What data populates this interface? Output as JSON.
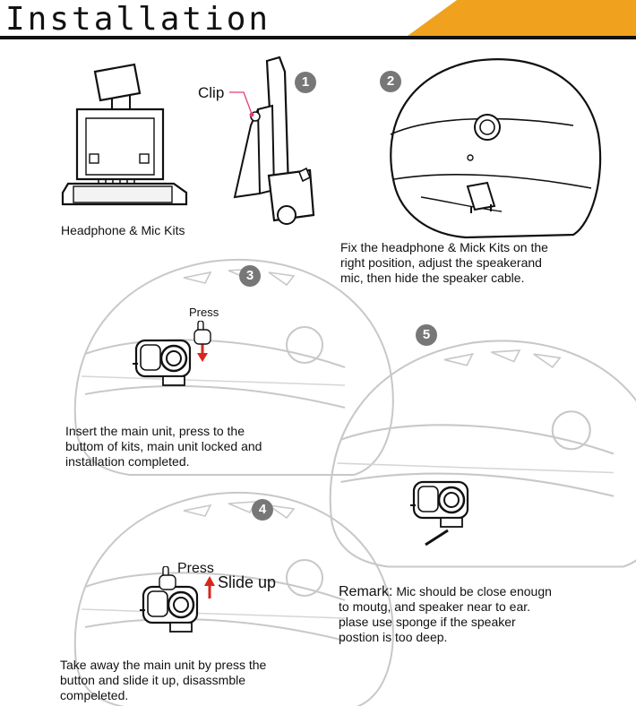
{
  "page": {
    "title": "Installation",
    "accent_color": "#f0a21e"
  },
  "steps": [
    {
      "number": "1"
    },
    {
      "number": "2"
    },
    {
      "number": "3"
    },
    {
      "number": "4"
    },
    {
      "number": "5"
    }
  ],
  "labels": {
    "clip": "Clip",
    "kit": "Headphone & Mic Kits",
    "press_3": "Press",
    "press_4": "Press",
    "slide_up": "Slide up"
  },
  "captions": {
    "step2": "Fix the headphone & Mick Kits on the\nright position, adjust the speakerand\nmic, then hide the speaker cable.",
    "step3": "Insert the main unit, press to the\nbuttom of kits, main unit locked and\ninstallation completed.",
    "step4": "Take away the main unit by press the\nbutton and slide it up, disassmble\ncompeleted.",
    "remark_label": "Remark:",
    "remark_text": " Mic should be close enougn\nto moutg, and speaker near to ear.\nplase use sponge if the speaker\npostion is too deep."
  },
  "icons": {
    "arrow_down": "red-arrow-down-icon",
    "arrow_up": "red-arrow-up-icon",
    "hand": "pointing-hand-icon",
    "arrow_color": "#d9261c"
  }
}
